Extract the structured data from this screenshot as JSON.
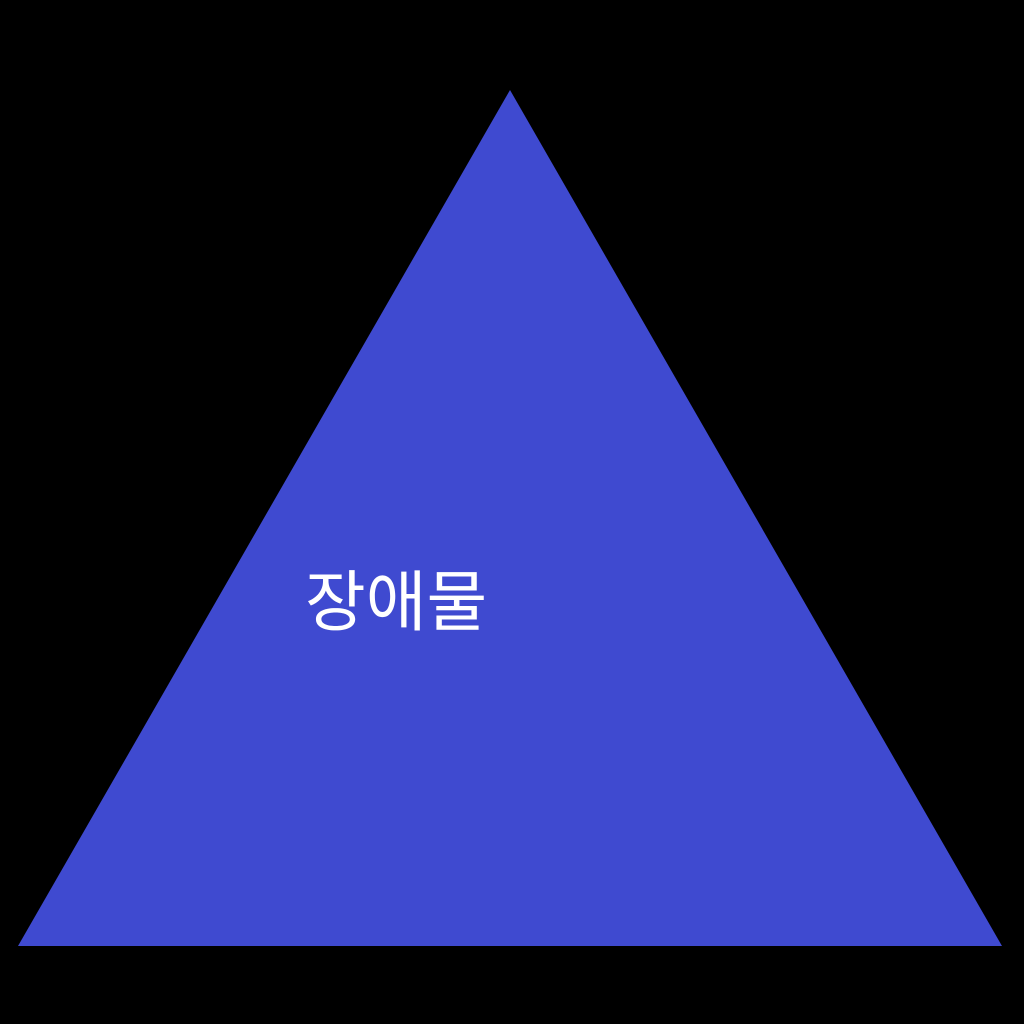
{
  "canvas": {
    "background_color": "#000000"
  },
  "triangle": {
    "shape": "triangle",
    "fill_color": "#3f4ad0"
  },
  "label": {
    "text": "장애물",
    "color": "#ffffff",
    "style": "handwritten"
  }
}
